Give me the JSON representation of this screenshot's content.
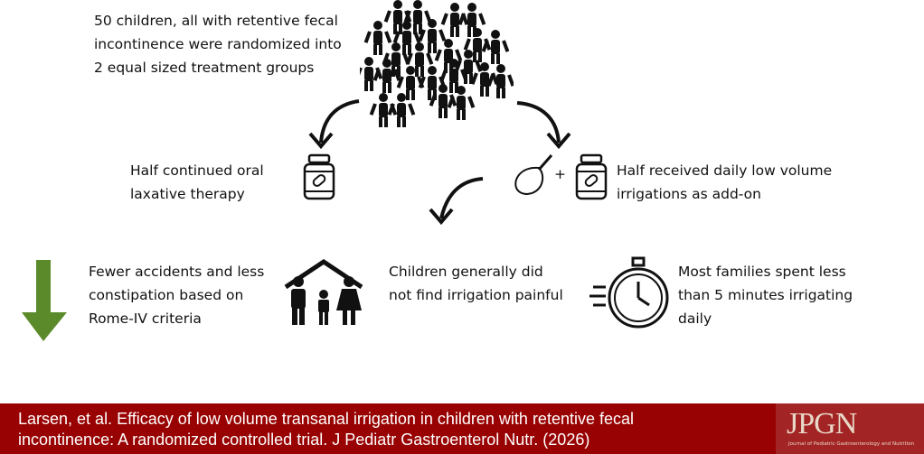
{
  "intro": "50 children, all with retentive fecal\nincontinence were randomized into\n2 equal sized treatment groups",
  "group_left": "Half continued oral\nlaxative therapy",
  "group_right": "Half received daily low volume\nirrigations as add-on",
  "plus": "+",
  "outcomes": [
    {
      "text": "Fewer accidents and less\nconstipation based on\nRome-IV criteria"
    },
    {
      "text": "Children generally did\nnot find irrigation painful"
    },
    {
      "text": "Most families spent less\nthan 5 minutes irrigating\ndaily"
    }
  ],
  "footer": {
    "citation": "Larsen, et al. Efficacy of low volume transanal irrigation in children with retentive fecal\nincontinence: A randomized controlled trial. J Pediatr Gastroenterol Nutr. (2026)",
    "logo": "JPGN",
    "logo_sub": "Journal of Pediatric Gastroenterology and Nutrition"
  },
  "colors": {
    "footer": "#990202",
    "arrow_green": "#5a8a2a"
  }
}
